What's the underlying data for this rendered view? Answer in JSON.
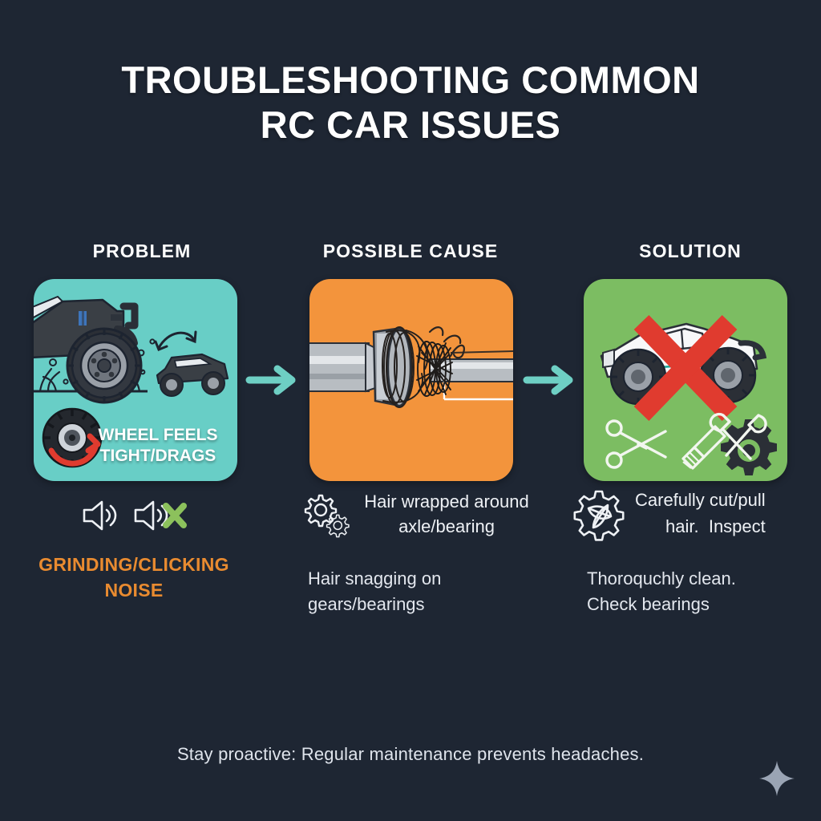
{
  "title": {
    "line1": "TROUBLESHOOTING COMMON",
    "line2": "RC CAR ISSUES"
  },
  "columns": [
    {
      "header": "PROBLEM",
      "card": {
        "color": "#68cec6",
        "caption_line1": "WHEEL FEELS",
        "caption_line2": "TIGHT/DRAGS",
        "icons": [
          "rc-truck-offroad-icon",
          "flipping-truck-icon",
          "spinning-tire-icon"
        ]
      },
      "icons": [
        "speaker-sound-icon",
        "speaker-muted-x-icon"
      ],
      "label_line1": "GRINDING/CLICKING",
      "label_line2": "NOISE",
      "label_color": "#e98b30"
    },
    {
      "header": "POSSIBLE CAUSE",
      "card": {
        "color": "#f3943c",
        "icons": [
          "axle-shaft-hair-wrapped-icon"
        ]
      },
      "lead_icon": "two-gears-icon",
      "lead_line1": "Hair wrapped around",
      "lead_line2": "axle/bearing",
      "sub_line1": "Hair snagging on",
      "sub_line2": "gears/bearings"
    },
    {
      "header": "SOLUTION",
      "card": {
        "color": "#7cbd62",
        "icons": [
          "white-rc-truck-icon",
          "red-x-icon",
          "scissors-icon",
          "brush-wrench-gear-icon"
        ]
      },
      "lead_icon": "gear-leaf-icon",
      "lead_line1": "Carefully cut/pull",
      "lead_line2": "hair.",
      "lead_line3": "Inspect",
      "sub_line1": "Thoroquchly clean.",
      "sub_line2": "Check bearings"
    }
  ],
  "arrows": {
    "color": "#6ecfc4",
    "name": "right-arrow"
  },
  "footer": {
    "text": "Stay proactive: Regular maintenance prevents headaches."
  },
  "sparkle": {
    "name": "sparkle-icon",
    "color": "#9aa4b4"
  },
  "theme": {
    "background": "#1e2633",
    "text": "#ffffff"
  }
}
